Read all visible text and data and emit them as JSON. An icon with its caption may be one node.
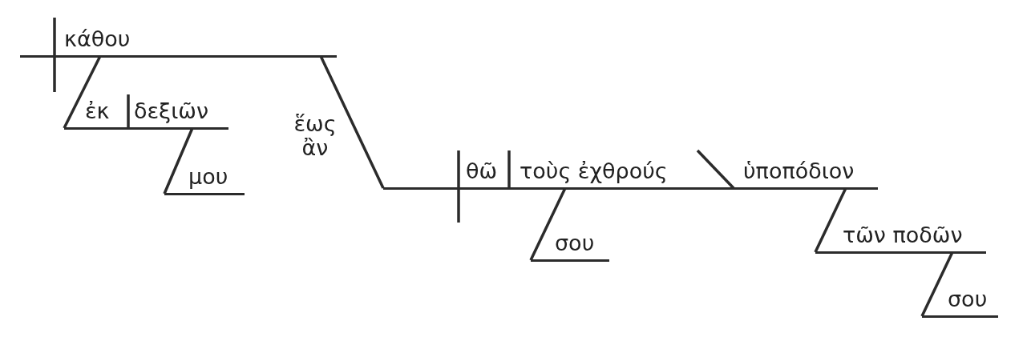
{
  "diagram": {
    "nodes": [
      {
        "text": [],
        "shape": "line"
      },
      {
        "text": [
          "κάθου"
        ]
      },
      {
        "text": [
          "ἐκ"
        ]
      },
      {
        "text": [
          "δεξιῶν"
        ]
      },
      {
        "text": [
          "μου"
        ]
      },
      {
        "text": [],
        "shape": "line"
      },
      {
        "text": [
          "θῶ"
        ]
      },
      {
        "text": [
          "τοὺς ἐχθρούς"
        ]
      },
      {
        "text": [
          "σου"
        ]
      },
      {
        "text": [
          "ὑποπόδιον"
        ]
      },
      {
        "text": [
          "τῶν ποδῶν"
        ]
      },
      {
        "text": [
          "σου"
        ]
      }
    ],
    "edges": [
      {
        "from": 1,
        "to": 2,
        "arrow": "none"
      },
      {
        "from": 3,
        "to": 4,
        "arrow": "none"
      },
      {
        "from": 1,
        "to": 5,
        "arrow": "none",
        "label": "ἕως ἂν"
      },
      {
        "from": 7,
        "to": 8,
        "arrow": "none"
      },
      {
        "from": 9,
        "to": 10,
        "arrow": "none"
      },
      {
        "from": 10,
        "to": 11,
        "arrow": "none"
      }
    ]
  }
}
